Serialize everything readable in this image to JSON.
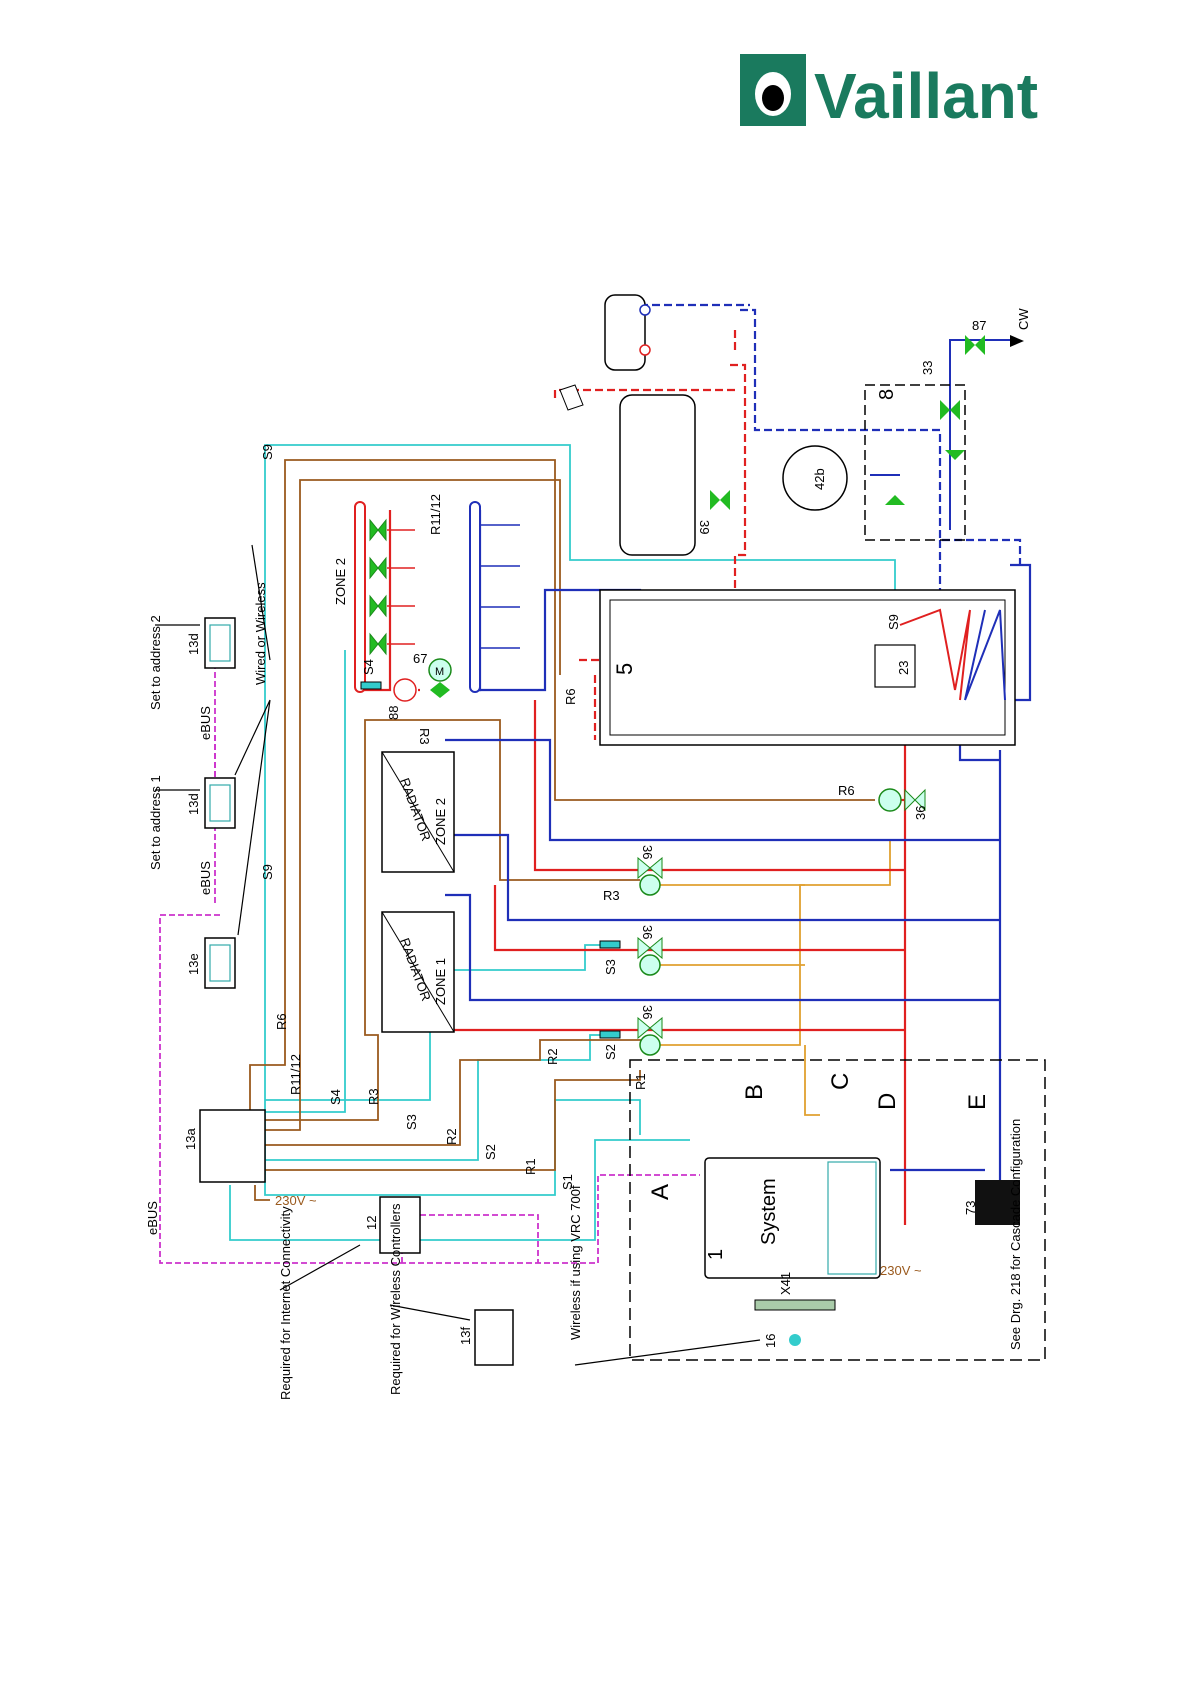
{
  "brand": {
    "name": "Vaillant",
    "green": "#1a7a5e"
  },
  "colors": {
    "flow": "#e02020",
    "return": "#1f2fb8",
    "ebus": "#cc33cc",
    "cyan": "#33cccc",
    "brown": "#9a5a1e",
    "orange": "#e0a030",
    "valve": "#22bb22"
  },
  "labels": {
    "set_addr2": "Set to address 2",
    "set_addr1": "Set to address 1",
    "wired_wireless": "Wired or Wireless",
    "ebus": "eBUS",
    "s9": "S9",
    "s4": "S4",
    "s3": "S3",
    "s2": "S2",
    "s1": "S1",
    "r6": "R6",
    "r3": "R3",
    "r2": "R2",
    "r1": "R1",
    "r1112": "R11/12",
    "zone2": "ZONE 2",
    "zone1": "ZONE 1",
    "radiator": "RADIATOR",
    "system": "System",
    "v230": "230V ~",
    "req_internet": "Required for Internet Connectivity",
    "req_wireless": "Required for Wireless Controllers",
    "wireless_vrc": "Wireless if using VRC 700f",
    "cascade": "See Drg. 218 for Cascade Configuration",
    "x41": "X41",
    "cw": "CW",
    "A": "A",
    "B": "B",
    "C": "C",
    "D": "D",
    "E": "E",
    "n13a": "13a",
    "n13d": "13d",
    "n13e": "13e",
    "n13f": "13f",
    "n12": "12",
    "n16": "16",
    "n1": "1",
    "n5": "5",
    "n8": "8",
    "n23": "23",
    "n33": "33",
    "n36": "36",
    "n39": "39",
    "n42b": "42b",
    "n67": "67",
    "n73": "73",
    "n87": "87",
    "n88": "88",
    "mvalve": "M"
  }
}
